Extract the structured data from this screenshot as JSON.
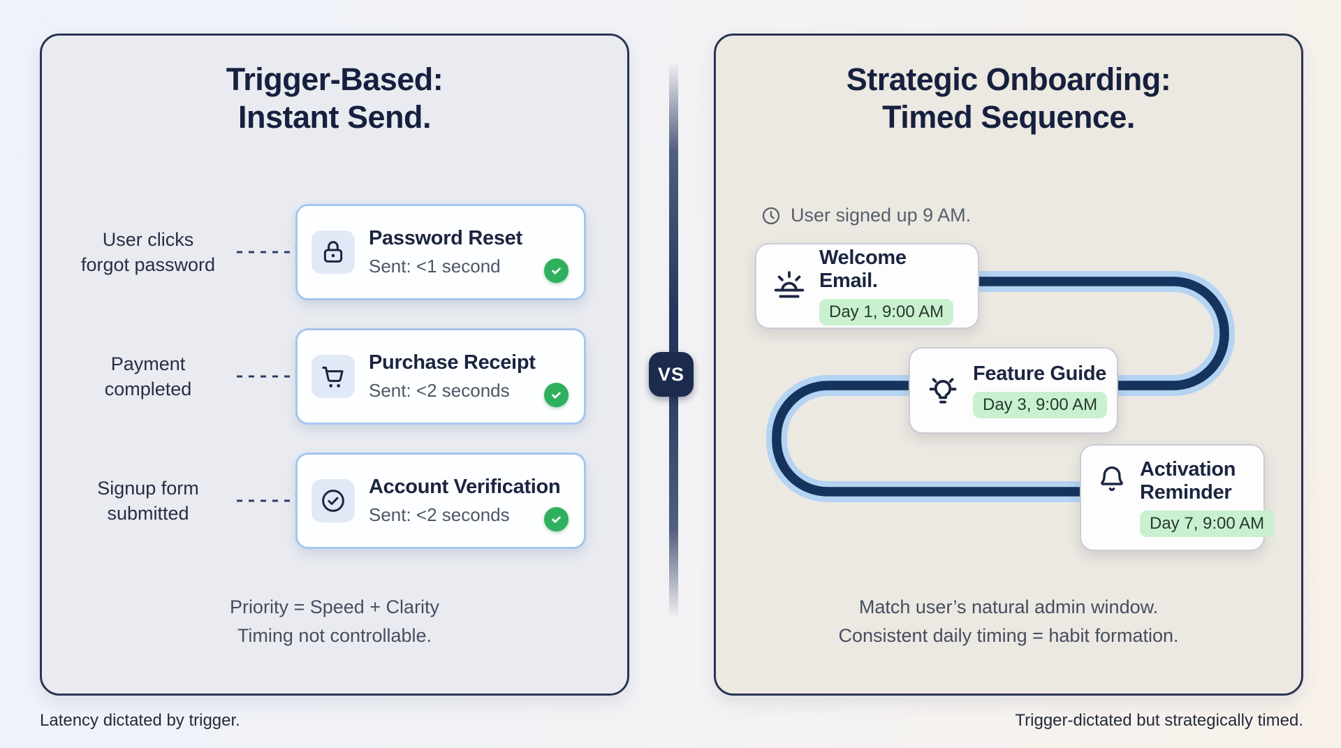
{
  "left_panel": {
    "title_line1": "Trigger-Based:",
    "title_line2": "Instant Send.",
    "rows": [
      {
        "trigger_line1": "User clicks",
        "trigger_line2": "forgot password",
        "icon": "lock-icon",
        "title": "Password Reset",
        "status": "Sent: <1 second",
        "status_icon": "check-circle-icon"
      },
      {
        "trigger_line1": "Payment",
        "trigger_line2": "completed",
        "icon": "shopping-cart-icon",
        "title": "Purchase Receipt",
        "status": "Sent: <2 seconds",
        "status_icon": "check-circle-icon"
      },
      {
        "trigger_line1": "Signup form",
        "trigger_line2": "submitted",
        "icon": "verified-check-icon",
        "title": "Account Verification",
        "status": "Sent: <2 seconds",
        "status_icon": "check-circle-icon"
      }
    ],
    "footnote_line1": "Priority = Speed + Clarity",
    "footnote_line2": "Timing not controllable.",
    "caption": "Latency dictated by trigger."
  },
  "divider": {
    "vs_label": "VS"
  },
  "right_panel": {
    "title_line1": "Strategic Onboarding:",
    "title_line2": "Timed Sequence.",
    "signup_icon": "clock-icon",
    "signup_note": "User signed up 9 AM.",
    "steps": [
      {
        "icon": "sunrise-icon",
        "title": "Welcome Email.",
        "badge": "Day 1, 9:00 AM"
      },
      {
        "icon": "lightbulb-icon",
        "title": "Feature Guide",
        "badge": "Day 3, 9:00 AM"
      },
      {
        "icon": "bell-icon",
        "title": "Activation Reminder",
        "badge": "Day 7, 9:00 AM"
      }
    ],
    "footnote_line1": "Match user’s natural admin window.",
    "footnote_line2": "Consistent daily timing = habit formation.",
    "caption": "Trigger-dictated but strategically timed."
  },
  "colors": {
    "navy_text": "#1b2540",
    "panel_border": "#2a3554",
    "left_panel_bg": "#e9ebf1",
    "right_panel_bg": "#ece8e2",
    "card_border_blue": "#a6c6ee",
    "icon_tile_bg": "#e1e9f7",
    "success_green": "#2fb05e",
    "day_badge_green": "#c9f1cf",
    "path_navy": "#16335e",
    "path_casing_blue": "#b5d3f2",
    "vs_badge_bg": "#1c2a4d"
  }
}
